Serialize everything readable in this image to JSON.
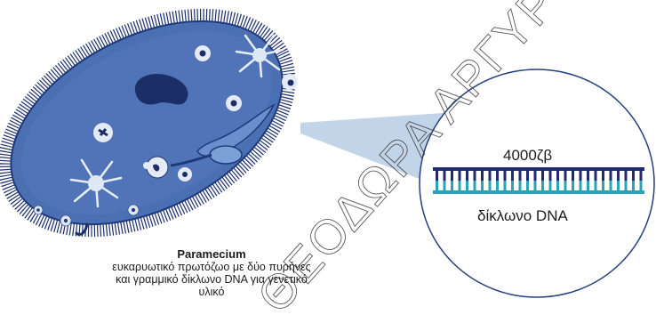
{
  "organism": {
    "name": "Paramecium",
    "description": "ευκαρυωτικό πρωτόζωο με δύο πυρήνες και γραμμικό δίκλωνο DNA για γενετικό υλικό"
  },
  "zoom": {
    "size_label": "4000ζβ",
    "dna_label": "δίκλωνο DNA"
  },
  "watermark": {
    "text": "ΘΕΟΔΩΡΑ ΑΡΓΥΡΟΠΟΥΛΟΥ"
  },
  "colors": {
    "cell_body": "#4a70b3",
    "cell_outline": "#1f3a7a",
    "cilia": "#1c2e6b",
    "zoom_cone": "#b7cce4",
    "dna_top_strand": "#202a6e",
    "dna_bottom_strand": "#2aa3b4"
  }
}
